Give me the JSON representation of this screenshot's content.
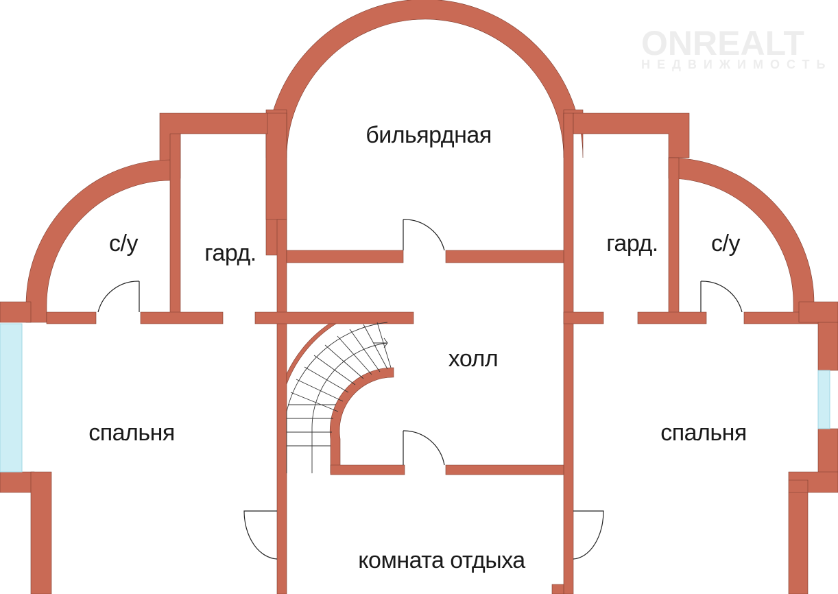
{
  "rooms": {
    "billiard": "бильярдная",
    "wc_left": "с/у",
    "wardrobe_left": "гард.",
    "wardrobe_right": "гард.",
    "wc_right": "с/у",
    "hall": "холл",
    "bedroom_left": "спальня",
    "bedroom_right": "спальня",
    "lounge": "комната отдыха"
  },
  "watermark": {
    "brand": "ONREALT",
    "subtitle": "НЕДВИЖИМОСТЬ"
  },
  "colors": {
    "wall": "#c96a55",
    "window": "#cdeef5",
    "line": "#222222"
  }
}
